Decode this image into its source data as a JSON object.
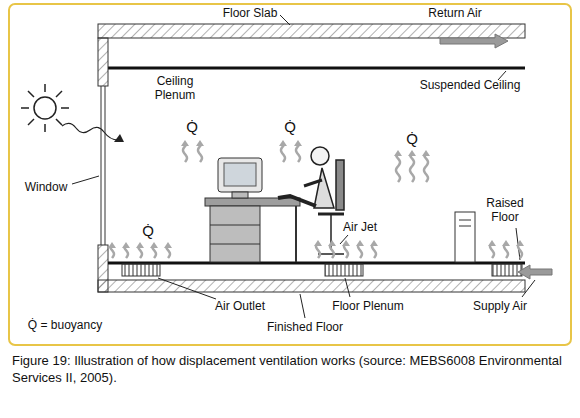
{
  "diagram": {
    "caption": "Figure 19: Illustration of how displacement ventilation works (source: MEBS6008 Environmental Services II, 2005).",
    "labels": [
      "Floor Slab",
      "Return Air",
      "Ceiling Plenum",
      "Suspended Ceiling",
      "Q̇",
      "Q̇",
      "Q̇",
      "Window",
      "Q̇",
      "Air Jet",
      "Raised Floor",
      "Air Outlet",
      "Floor Plenum",
      "Supply Air",
      "Q̇ = buoyancy",
      "Finished Floor"
    ]
  }
}
